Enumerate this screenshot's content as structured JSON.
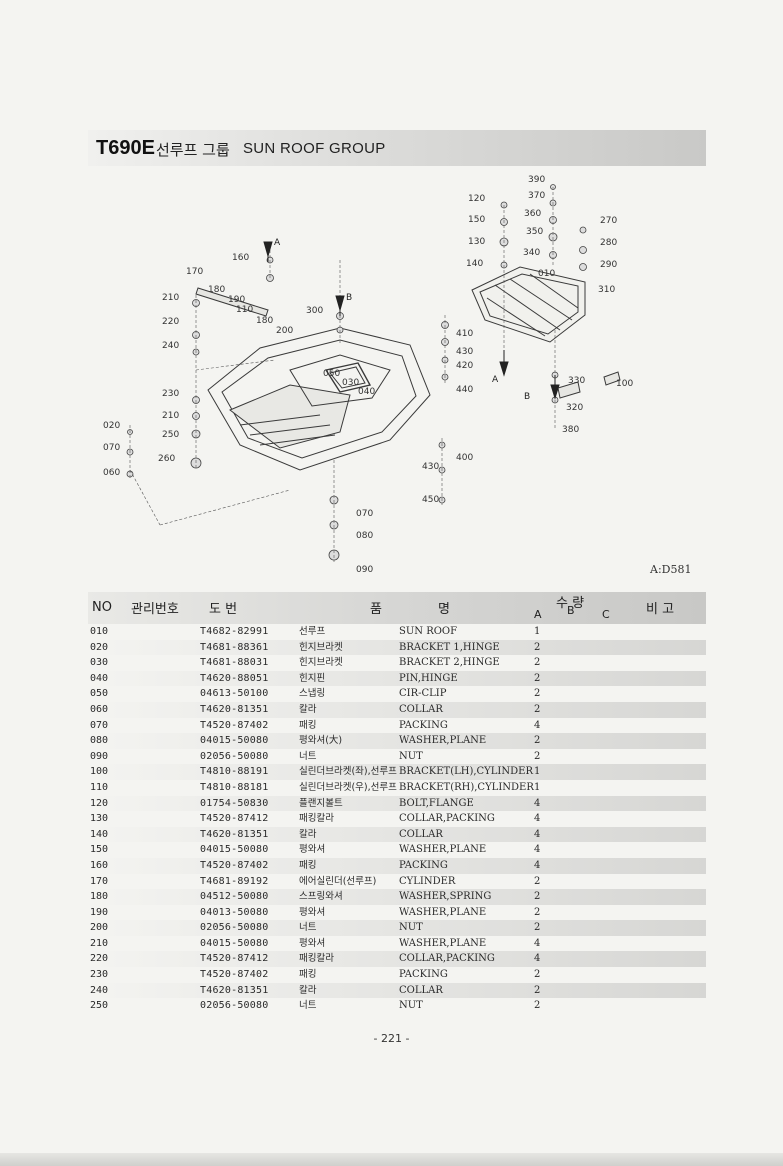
{
  "header": {
    "model": "T690E",
    "title_kr": "선루프 그룹",
    "title_en": "SUN ROOF GROUP"
  },
  "diagram": {
    "reference": "A:D581",
    "callouts": [
      "390",
      "370",
      "360",
      "350",
      "340",
      "270",
      "280",
      "290",
      "310",
      "010",
      "120",
      "150",
      "130",
      "140",
      "100",
      "330",
      "320",
      "380",
      "160",
      "170",
      "180",
      "190",
      "110",
      "180",
      "200",
      "300",
      "210",
      "220",
      "240",
      "230",
      "210",
      "250",
      "260",
      "020",
      "070",
      "060",
      "050",
      "030",
      "040",
      "410",
      "430",
      "420",
      "440",
      "400",
      "430",
      "450",
      "070",
      "080",
      "090"
    ],
    "letters": [
      "A",
      "B",
      "A",
      "B"
    ]
  },
  "table": {
    "headers": {
      "no": "NO",
      "mgmt": "관리번호",
      "drawing": "도   번",
      "name_a": "품",
      "name_b": "명",
      "qty": "수 량",
      "qty_a": "A",
      "qty_b": "B",
      "qty_c": "C",
      "remarks": "비 고"
    },
    "rows": [
      {
        "no": "010",
        "part": "T4682-82991",
        "kr": "선루프",
        "en": "SUN ROOF",
        "qa": "1"
      },
      {
        "no": "020",
        "part": "T4681-88361",
        "kr": "힌지브라켓",
        "en": "BRACKET 1,HINGE",
        "qa": "2"
      },
      {
        "no": "030",
        "part": "T4681-88031",
        "kr": "힌지브라켓",
        "en": "BRACKET 2,HINGE",
        "qa": "2"
      },
      {
        "no": "040",
        "part": "T4620-88051",
        "kr": "힌지핀",
        "en": "PIN,HINGE",
        "qa": "2"
      },
      {
        "no": "050",
        "part": "04613-50100",
        "kr": "스냅링",
        "en": "CIR-CLIP",
        "qa": "2"
      },
      {
        "no": "060",
        "part": "T4620-81351",
        "kr": "칼라",
        "en": "COLLAR",
        "qa": "2"
      },
      {
        "no": "070",
        "part": "T4520-87402",
        "kr": "패킹",
        "en": "PACKING",
        "qa": "4"
      },
      {
        "no": "080",
        "part": "04015-50080",
        "kr": "평와셔(大)",
        "en": "WASHER,PLANE",
        "qa": "2"
      },
      {
        "no": "090",
        "part": "02056-50080",
        "kr": "너트",
        "en": "NUT",
        "qa": "2"
      },
      {
        "no": "100",
        "part": "T4810-88191",
        "kr": "실린더브라켓(좌),선루프",
        "en": "BRACKET(LH),CYLINDER",
        "qa": "1"
      },
      {
        "no": "110",
        "part": "T4810-88181",
        "kr": "실린더브라켓(우),선루프",
        "en": "BRACKET(RH),CYLINDER",
        "qa": "1"
      },
      {
        "no": "120",
        "part": "01754-50830",
        "kr": "플랜지볼트",
        "en": "BOLT,FLANGE",
        "qa": "4"
      },
      {
        "no": "130",
        "part": "T4520-87412",
        "kr": "패킹칼라",
        "en": "COLLAR,PACKING",
        "qa": "4"
      },
      {
        "no": "140",
        "part": "T4620-81351",
        "kr": "칼라",
        "en": "COLLAR",
        "qa": "4"
      },
      {
        "no": "150",
        "part": "04015-50080",
        "kr": "평와셔",
        "en": "WASHER,PLANE",
        "qa": "4"
      },
      {
        "no": "160",
        "part": "T4520-87402",
        "kr": "패킹",
        "en": "PACKING",
        "qa": "4"
      },
      {
        "no": "170",
        "part": "T4681-89192",
        "kr": "에어실린더(선루프)",
        "en": "CYLINDER",
        "qa": "2"
      },
      {
        "no": "180",
        "part": "04512-50080",
        "kr": "스프링와셔",
        "en": "WASHER,SPRING",
        "qa": "2"
      },
      {
        "no": "190",
        "part": "04013-50080",
        "kr": "평와셔",
        "en": "WASHER,PLANE",
        "qa": "2"
      },
      {
        "no": "200",
        "part": "02056-50080",
        "kr": "너트",
        "en": "NUT",
        "qa": "2"
      },
      {
        "no": "210",
        "part": "04015-50080",
        "kr": "평와셔",
        "en": "WASHER,PLANE",
        "qa": "4"
      },
      {
        "no": "220",
        "part": "T4520-87412",
        "kr": "패킹칼라",
        "en": "COLLAR,PACKING",
        "qa": "4"
      },
      {
        "no": "230",
        "part": "T4520-87402",
        "kr": "패킹",
        "en": "PACKING",
        "qa": "2"
      },
      {
        "no": "240",
        "part": "T4620-81351",
        "kr": "칼라",
        "en": "COLLAR",
        "qa": "2"
      },
      {
        "no": "250",
        "part": "02056-50080",
        "kr": "너트",
        "en": "NUT",
        "qa": "2"
      }
    ]
  },
  "footer": {
    "page_number": "- 221 -"
  }
}
